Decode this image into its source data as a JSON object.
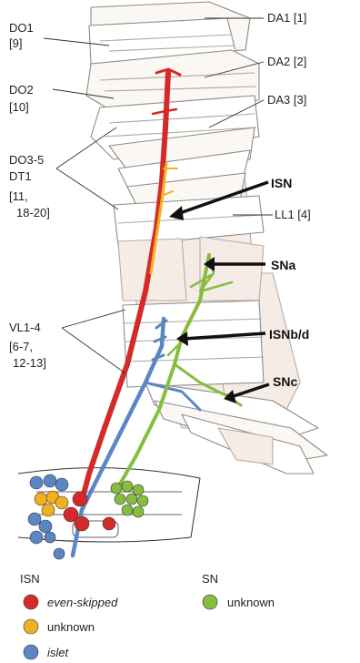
{
  "labels": {
    "do1": "DO1",
    "do1_num": "[9]",
    "do2": "DO2",
    "do2_num": "[10]",
    "do35": "DO3-5",
    "dt1": "DT1",
    "do35_num1": "[11,",
    "do35_num2": "18-20]",
    "vl14": "VL1-4",
    "vl_num1": "[6-7,",
    "vl_num2": "12-13]",
    "da1": "DA1 [1]",
    "da2": "DA2 [2]",
    "da3": "DA3 [3]",
    "isn": "ISN",
    "ll1": "LL1 [4]",
    "sna": "SNa",
    "isnbd": "ISNb/d",
    "snc": "SNc"
  },
  "legend": {
    "isn_header": "ISN",
    "sn_header": "SN",
    "items": [
      {
        "label": "even-skipped",
        "color": "#d42a2a"
      },
      {
        "label": "unknown",
        "color": "#f0b020"
      },
      {
        "label": "islet",
        "color": "#5b86c5"
      }
    ],
    "sn_item": {
      "label": "unknown",
      "color": "#86bd3f"
    }
  },
  "colors": {
    "red": "#d42a2a",
    "orange": "#f0b020",
    "blue": "#5b86c5",
    "green": "#86bd3f",
    "muscle_fill": "#f7eee8",
    "muscle_stroke": "#9a9a9a"
  }
}
